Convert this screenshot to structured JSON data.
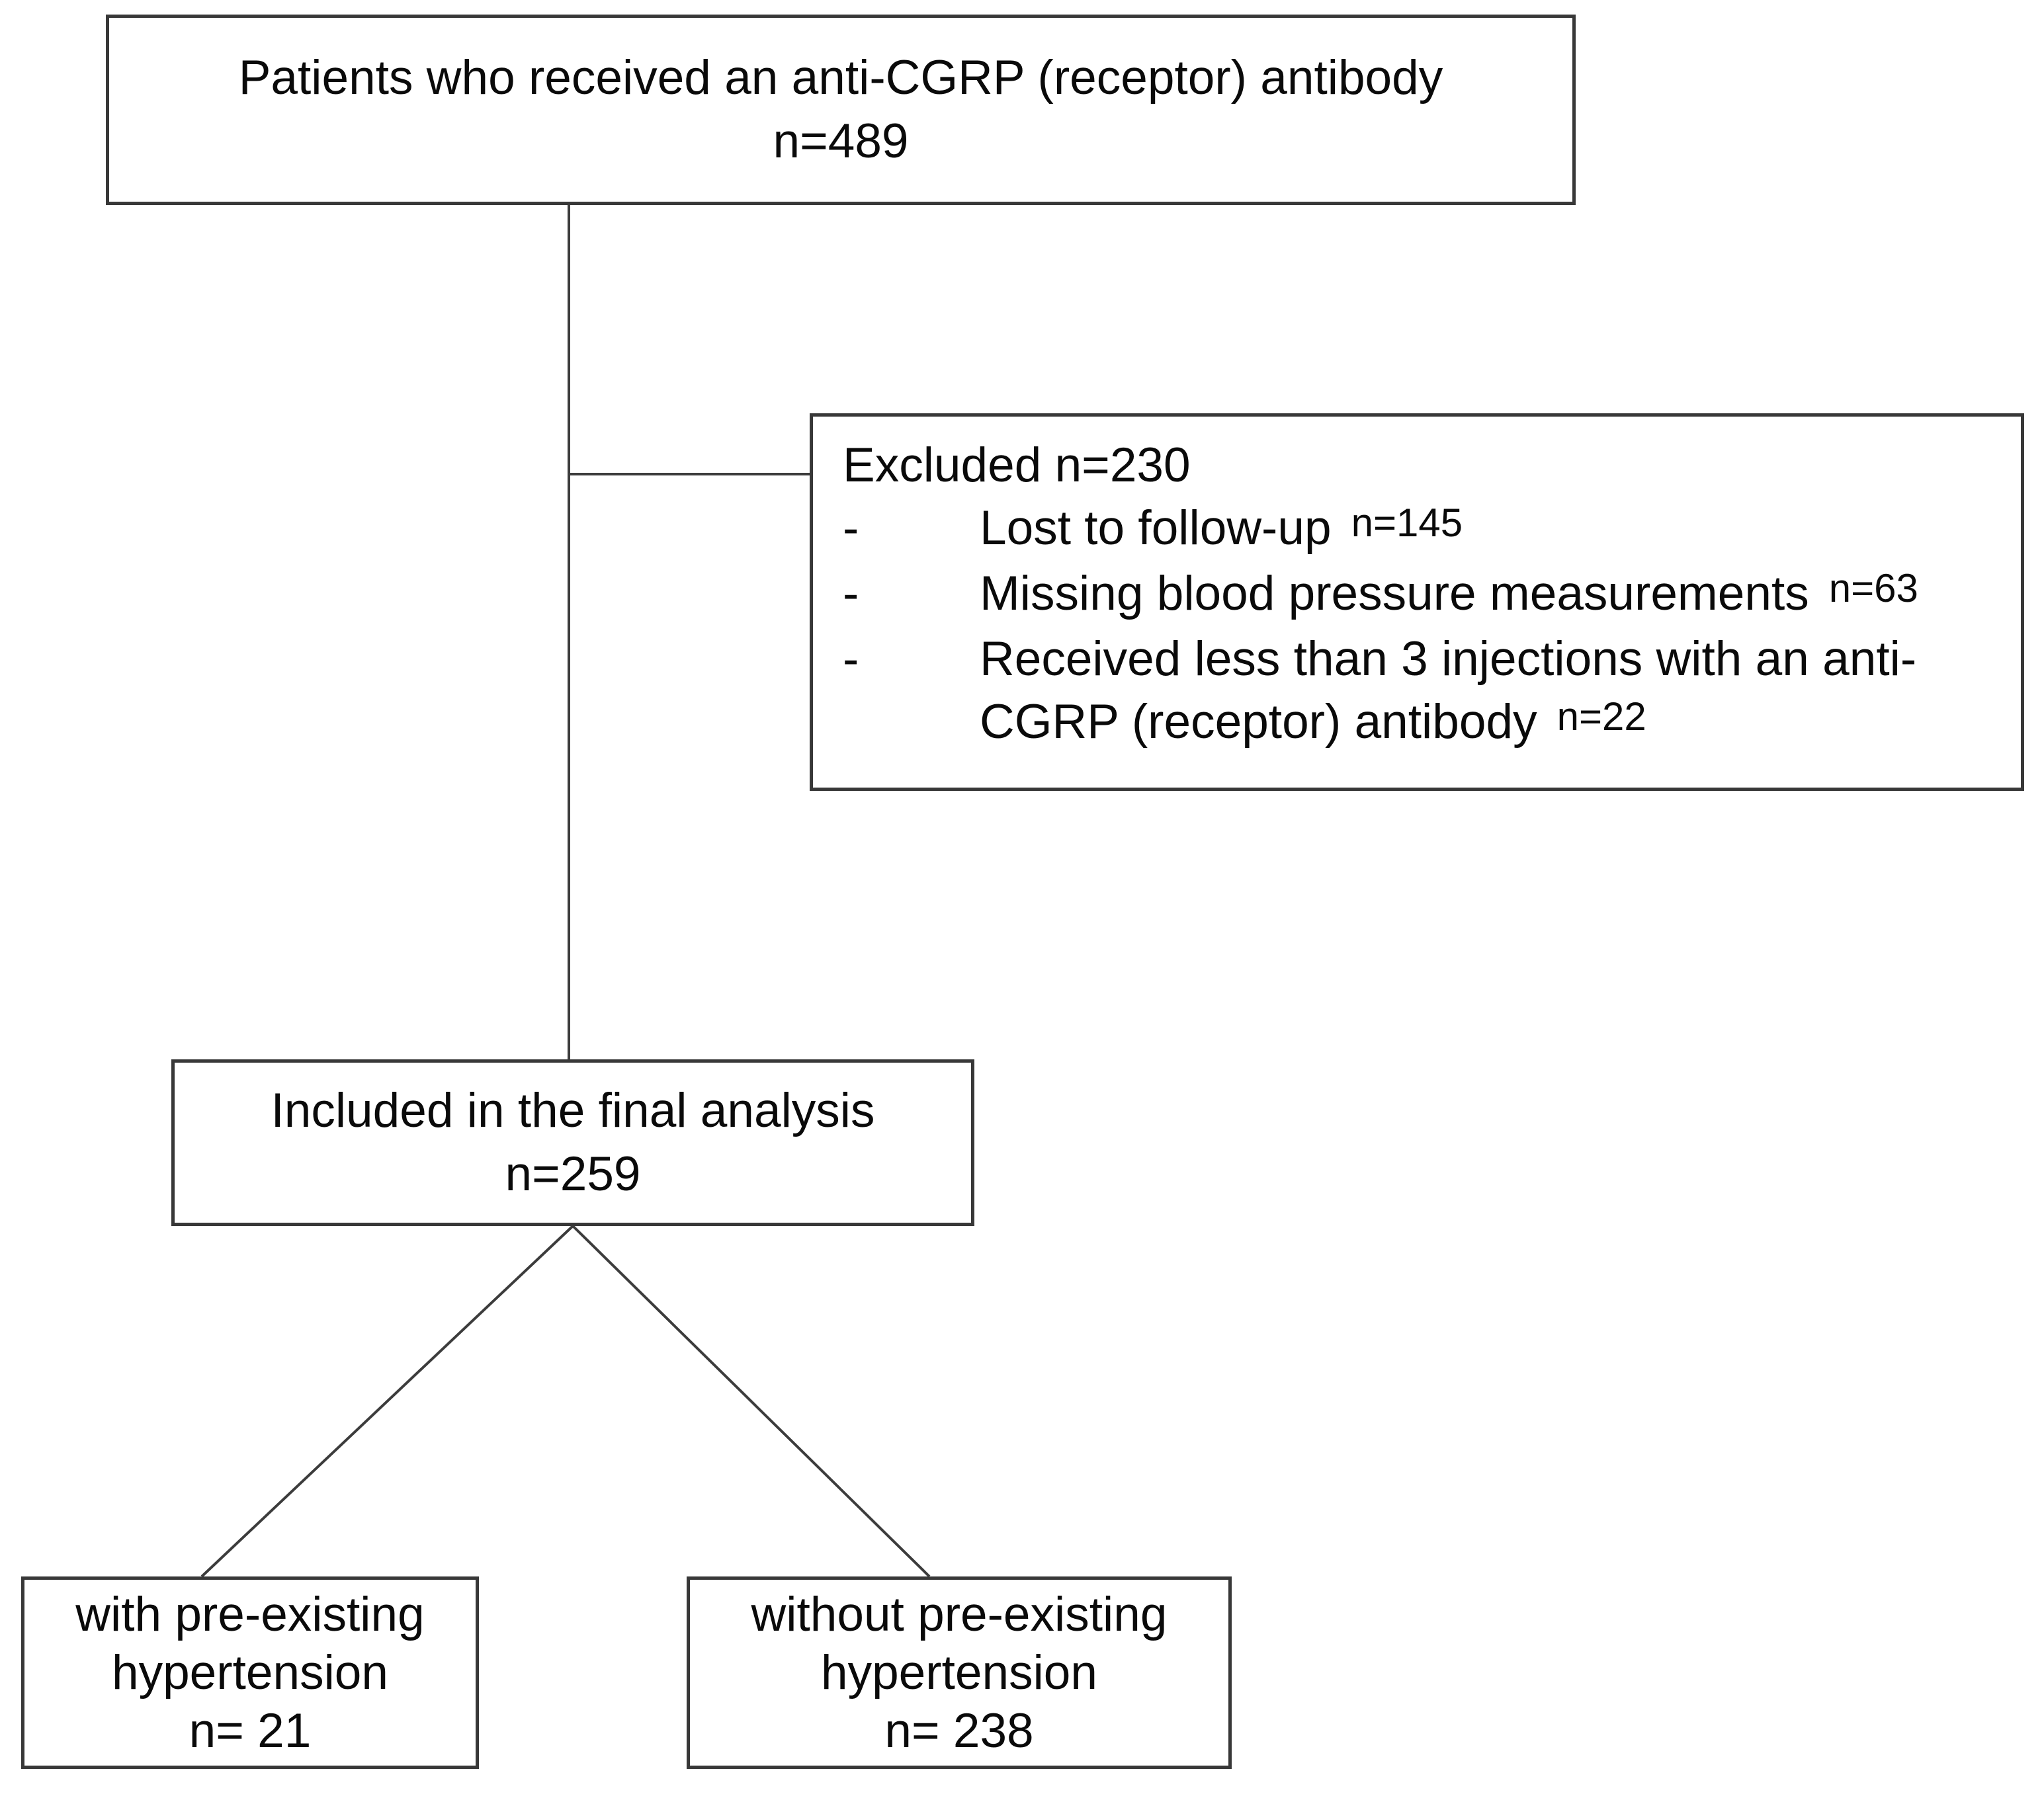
{
  "flowchart": {
    "bullet_char": "-",
    "top_box": {
      "line1": "Patients who received an anti-CGRP (receptor) antibody",
      "line2": "n=489"
    },
    "excluded_box": {
      "header": "Excluded n=230",
      "bullets": [
        {
          "label": "Lost to follow-up",
          "count": "n=145"
        },
        {
          "label": "Missing blood pressure measurements",
          "count": "n=63"
        },
        {
          "label": "Received less than 3 injections with an anti-CGRP (receptor) antibody",
          "count": "n=22"
        }
      ]
    },
    "included_box": {
      "line1": "Included in the final analysis",
      "line2": "n=259"
    },
    "with_htn_box": {
      "line1": "with pre-existing",
      "line2": "hypertension",
      "line3": "n= 21"
    },
    "without_htn_box": {
      "line1": "without pre-existing",
      "line2": "hypertension",
      "line3": "n= 238"
    }
  },
  "colors": {
    "background": "#ffffff",
    "box_border": "#383838",
    "connector_line": "#3c3c3c",
    "text": "#0a0a0a"
  }
}
